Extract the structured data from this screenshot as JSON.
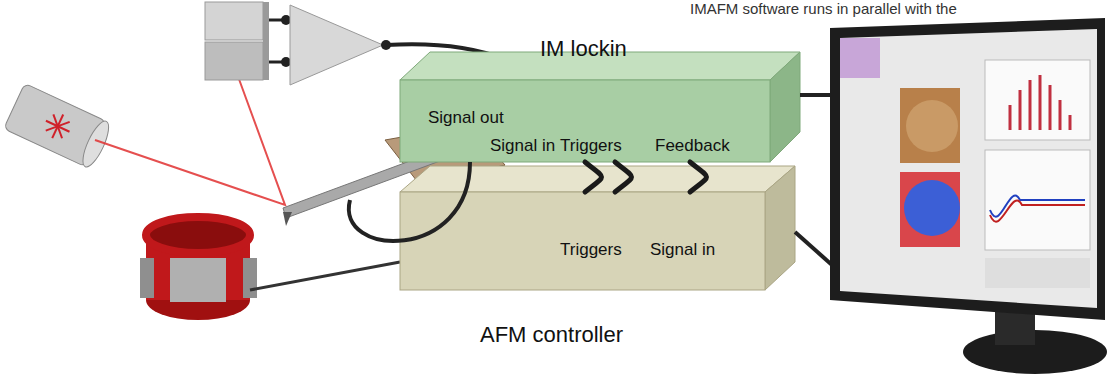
{
  "diagram": {
    "nodes": [
      {
        "text": [
          "IM lockin",
          "Signal out",
          "Signal in",
          "Triggers",
          "Feedback"
        ]
      },
      {
        "text": [
          "Triggers",
          "Signal in",
          "AFM controller"
        ]
      }
    ],
    "edges": [
      {
        "from": 0,
        "to": 1,
        "arrow": "none"
      },
      {
        "from": 0,
        "to": 1,
        "arrow": "none"
      },
      {
        "from": 0,
        "to": 1,
        "arrow": "none"
      }
    ],
    "labels": [
      "IMAFM software runs in parallel with the"
    ]
  }
}
